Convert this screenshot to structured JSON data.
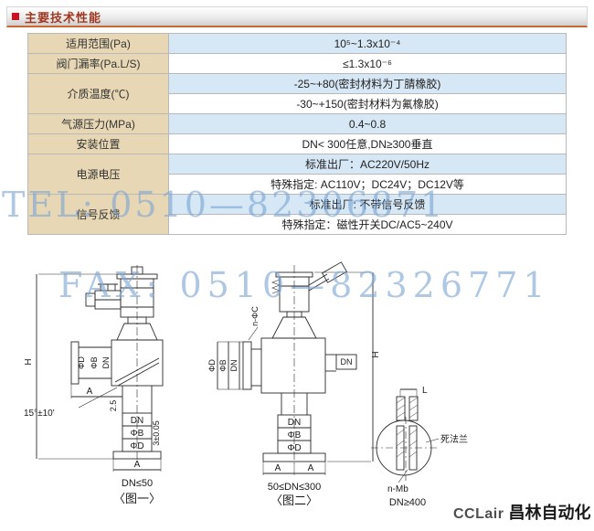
{
  "header": {
    "title": "主要技术性能"
  },
  "colors": {
    "accent_red": "#cc1122",
    "title_red": "#a03820",
    "row_blue": "#d6e7f5",
    "label_tan": "#e7d7b5",
    "watermark_blue": "#9fc3e2"
  },
  "table": {
    "rows": [
      {
        "label": "适用范围(Pa)",
        "lines": [
          "10⁵~1.3x10⁻⁴"
        ]
      },
      {
        "label": "阀门漏率(Pa.L/S)",
        "lines": [
          "≤1.3x10⁻⁶"
        ]
      },
      {
        "label": "介质温度(℃)",
        "lines": [
          "-25~+80(密封材料为丁腈橡胶)",
          "-30~+150(密封材料为氟橡胶)"
        ]
      },
      {
        "label": "气源压力(MPa)",
        "lines": [
          "0.4~0.8"
        ]
      },
      {
        "label": "安装位置",
        "lines": [
          "DN< 300任意,DN≥300垂直"
        ]
      },
      {
        "label": "电源电压",
        "lines": [
          "标准出厂：AC220V/50Hz",
          "特殊指定: AC110V；DC24V；DC12V等"
        ]
      },
      {
        "label": "信号反馈",
        "lines": [
          "标准出厂: 不带信号反馈",
          "特殊指定：磁性开关DC/AC5~240V"
        ]
      }
    ]
  },
  "watermark": {
    "tel": "TEL: 0510—82306871",
    "fax": "FAX: 0510—82326771"
  },
  "figures": {
    "fig1": {
      "h": "H",
      "phiD": "ΦD",
      "phiB": "ΦB",
      "dn": "DN",
      "a_side": "A",
      "angle": "15°±10'",
      "seat": "2.5",
      "depth": "3±0.05",
      "f_dn": "DN",
      "f_phiB": "ΦB",
      "f_phiD": "ΦD",
      "a_bottom": "A",
      "range": "DN≤50",
      "caption": "〈图一〉"
    },
    "fig2": {
      "nphic": "n-ΦC",
      "h": "H",
      "phiD": "ΦD",
      "phiB": "ΦB",
      "dn": "DN",
      "body_dn": "DN",
      "f_dn": "DN",
      "f_phiB": "ΦB",
      "f_phiD": "ΦD",
      "a1": "A",
      "a2": "A",
      "range": "50≤DN≤300",
      "caption": "〈图二〉"
    },
    "detail": {
      "l": "L",
      "blind": "死法兰",
      "nmb": "n-Mb",
      "range": "DN≥400"
    }
  },
  "logo": {
    "en": "CCLair",
    "cn": "昌林自动化"
  }
}
